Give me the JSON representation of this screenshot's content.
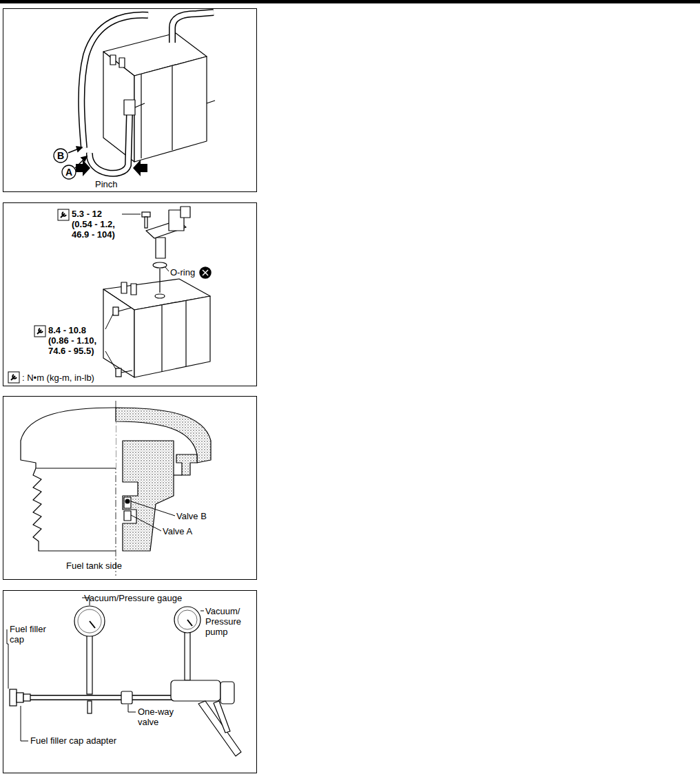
{
  "diagram": {
    "labels": [
      "B",
      "A",
      "Pinch",
      "5.3 - 12 (0.54 - 1.2, 46.9 - 104)",
      "O-ring",
      "8.4 - 10.8 (0.86 - 1.10, 74.6 - 95.5)",
      ": N•m (kg-m, in-lb)",
      "Valve B",
      "Valve A",
      "Fuel tank side",
      "Vacuum/Pressure gauge",
      "Vacuum/ Pressure pump",
      "Fuel filler cap",
      "One-way valve",
      "Fuel filler cap adapter"
    ]
  }
}
